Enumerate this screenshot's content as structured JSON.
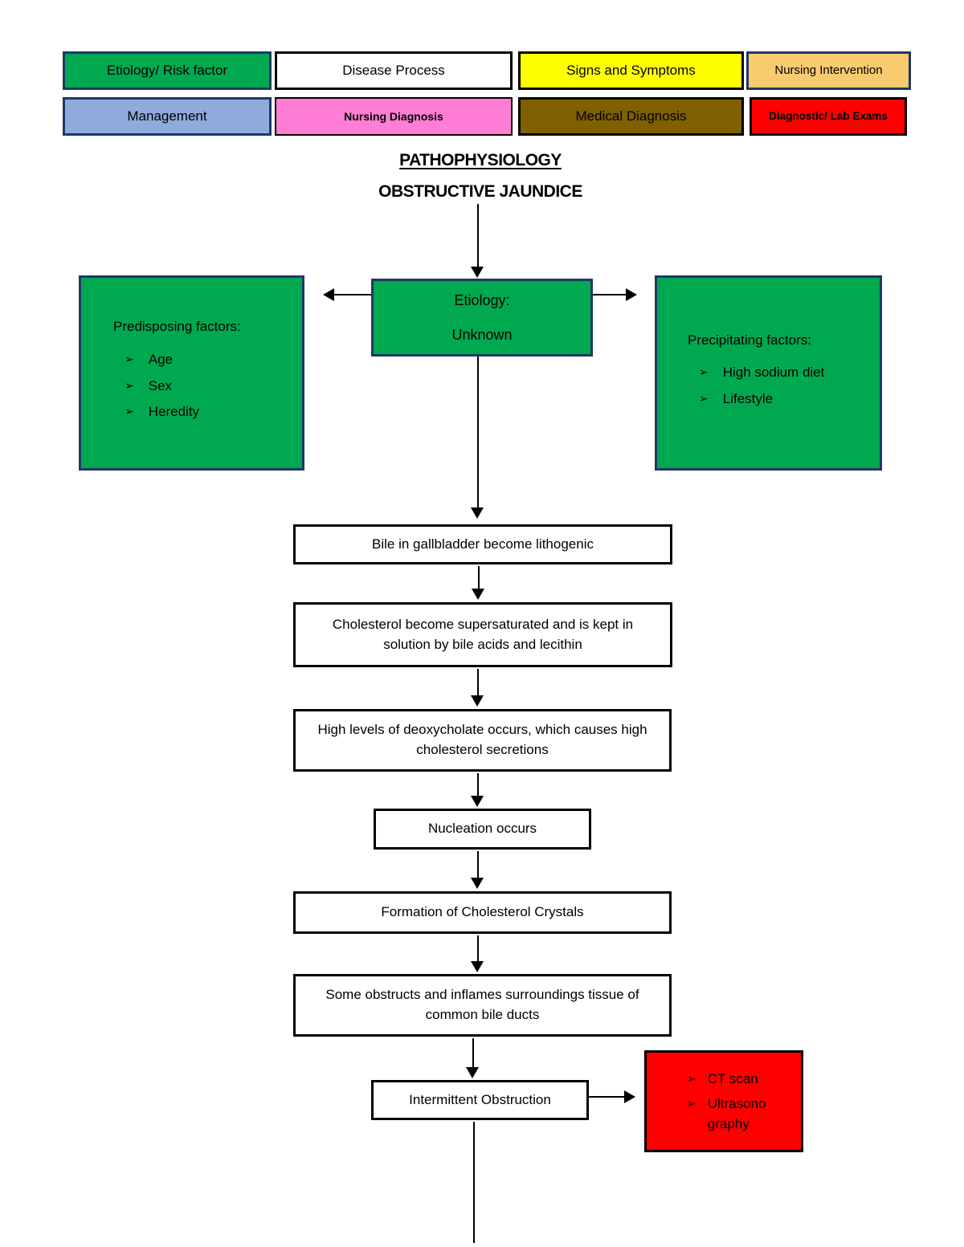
{
  "legend": {
    "items": [
      {
        "id": "etiology-risk-factor",
        "label": "Etiology/ Risk factor",
        "fill": "#00A94F",
        "border": "#1F3864"
      },
      {
        "id": "disease-process",
        "label": "Disease Process",
        "fill": "#FFFFFF",
        "border": "#000000"
      },
      {
        "id": "signs-and-symptoms",
        "label": "Signs and Symptoms",
        "fill": "#FFFF00",
        "border": "#000000"
      },
      {
        "id": "nursing-intervention",
        "label": "Nursing Intervention",
        "fill": "#F9CB6F",
        "border": "#1F3864"
      },
      {
        "id": "management",
        "label": "Management",
        "fill": "#8FAADC",
        "border": "#1F3864"
      },
      {
        "id": "nursing-diagnosis",
        "label": "Nursing Diagnosis",
        "fill": "#FF7DD4",
        "border": "#000000"
      },
      {
        "id": "medical-diagnosis",
        "label": "Medical Diagnosis",
        "fill": "#7F6000",
        "border": "#000000"
      },
      {
        "id": "diagnostic-lab-exams",
        "label": "Diagnostic/ Lab Exams",
        "fill": "#FF0000",
        "border": "#000000"
      }
    ]
  },
  "title": {
    "heading": "PATHOPHYSIOLOGY",
    "subheading": "OBSTRUCTIVE JAUNDICE"
  },
  "etiology": {
    "line1": "Etiology:",
    "line2": "Unknown"
  },
  "predisposing": {
    "title": "Predisposing factors:",
    "items": [
      "Age",
      "Sex",
      "Heredity"
    ]
  },
  "precipitating": {
    "title": "Precipitating factors:",
    "items": [
      "High sodium diet",
      "Lifestyle"
    ]
  },
  "flow_steps": [
    "Bile in gallbladder become lithogenic",
    "Cholesterol become supersaturated and is kept in solution by bile acids and lecithin",
    "High levels of deoxycholate occurs, which causes high cholesterol secretions",
    "Nucleation occurs",
    "Formation of Cholesterol Crystals",
    "Some obstructs and inflames surroundings tissue of common bile ducts",
    "Intermittent Obstruction"
  ],
  "diagnostics": {
    "items": [
      "CT scan",
      "Ultrasonography"
    ]
  },
  "glyphs": {
    "bullet": "➢"
  },
  "colors": {
    "green": "#00A94F",
    "navy_border": "#1F3864",
    "light_blue": "#8FAADC",
    "pink": "#FF7DD4",
    "yellow": "#FFFF00",
    "tan": "#F9CB6F",
    "olive": "#7F6000",
    "red": "#FF0000",
    "white": "#FFFFFF",
    "black": "#000000"
  }
}
